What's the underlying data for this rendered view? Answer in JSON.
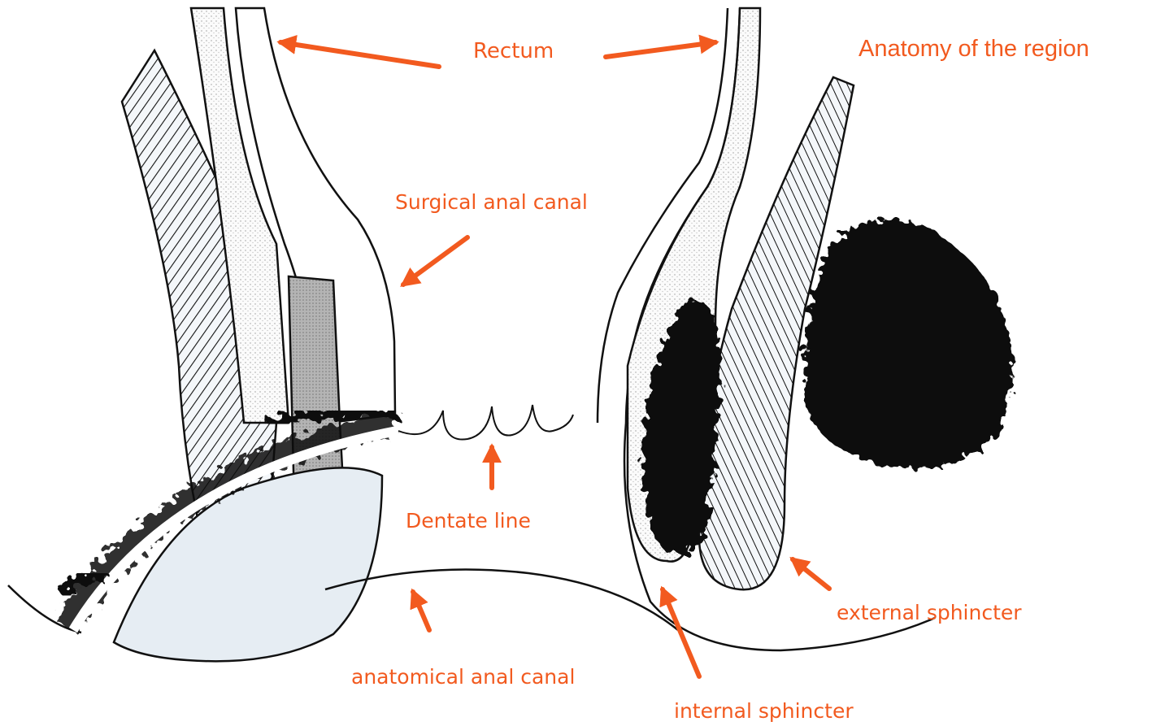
{
  "title": "Anatomy of the region",
  "accent_color": "#f25a1f",
  "ink_color": "#111111",
  "labels": {
    "rectum": "Rectum",
    "surgical_anal_canal": "Surgical anal canal",
    "dentate_line": "Dentate line",
    "external_sphincter": "external sphincter",
    "anatomical_anal_canal": "anatomical anal canal",
    "internal_sphincter": "internal sphincter"
  }
}
